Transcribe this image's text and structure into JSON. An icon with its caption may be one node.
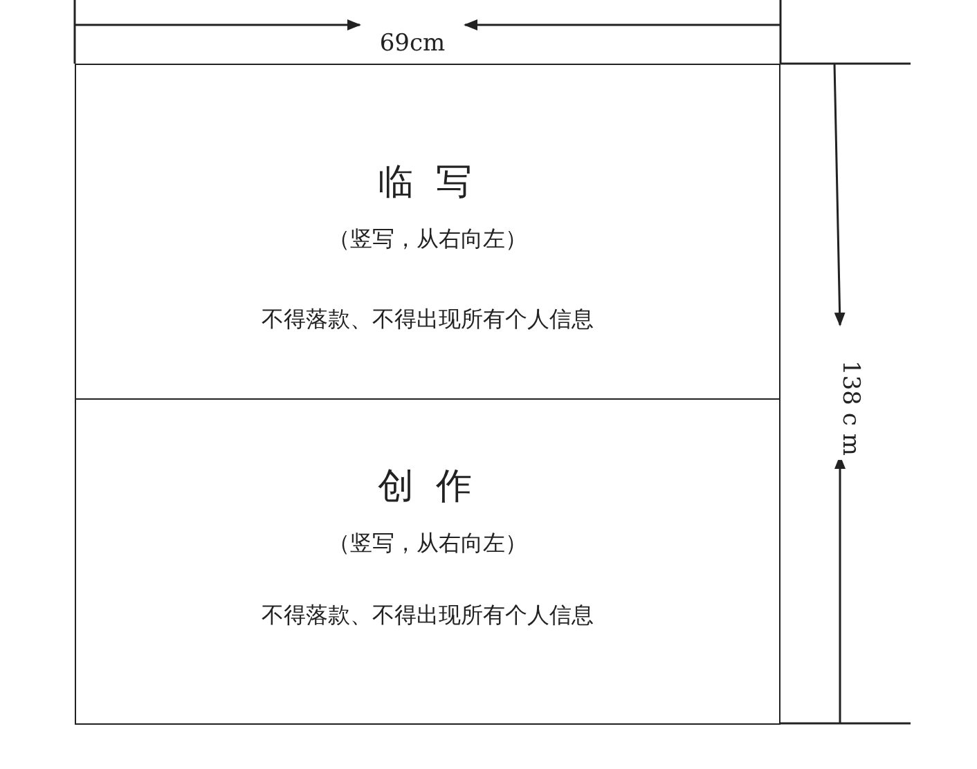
{
  "diagram": {
    "nodes": [
      {
        "text": [
          "临 写",
          "（竖写，从右向左）",
          "不得落款、不得出现所有个人信息"
        ]
      },
      {
        "text": [
          "创 作",
          "（竖写，从右向左）",
          "不得落款、不得出现所有个人信息"
        ]
      }
    ],
    "labels": [
      "69cm",
      "138 c m"
    ]
  }
}
